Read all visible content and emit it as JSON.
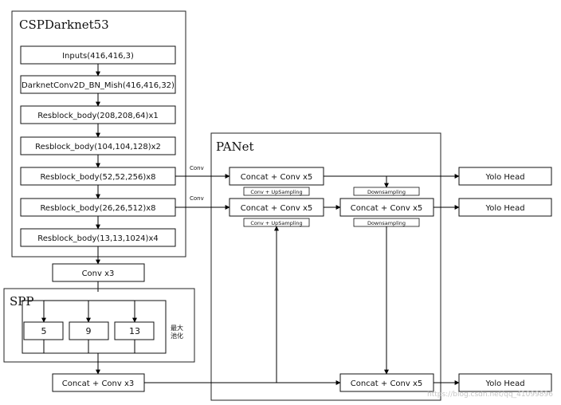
{
  "csp": {
    "title": "CSPDarknet53",
    "blocks": [
      "Inputs(416,416,3)",
      "DarknetConv2D_BN_Mish(416,416,32)",
      "Resblock_body(208,208,64)x1",
      "Resblock_body(104,104,128)x2",
      "Resblock_body(52,52,256)x8",
      "Resblock_body(26,26,512)x8",
      "Resblock_body(13,13,1024)x4"
    ]
  },
  "conv_x3": "Conv x3",
  "spp": {
    "title": "SPP",
    "pools": [
      "5",
      "9",
      "13"
    ],
    "pool_note": [
      "最大",
      "池化"
    ]
  },
  "concat_conv_x3": "Concat + Conv x3",
  "panet": {
    "title": "PANet",
    "conv_label_top": "Conv",
    "conv_label_mid": "Conv",
    "concat_left_top": "Concat + Conv x5",
    "concat_left_mid": "Concat + Conv x5",
    "concat_right_mid": "Concat + Conv x5",
    "concat_bottom": "Concat + Conv x5",
    "upsample_top": "Conv + UpSampling",
    "upsample_mid": "Conv + UpSampling",
    "downsample_top": "Downsampling",
    "downsample_mid": "Downsampling"
  },
  "yolo_heads": [
    "Yolo Head",
    "Yolo Head",
    "Yolo Head"
  ],
  "watermark": "https://blog.csdn.net/qq_41099896"
}
